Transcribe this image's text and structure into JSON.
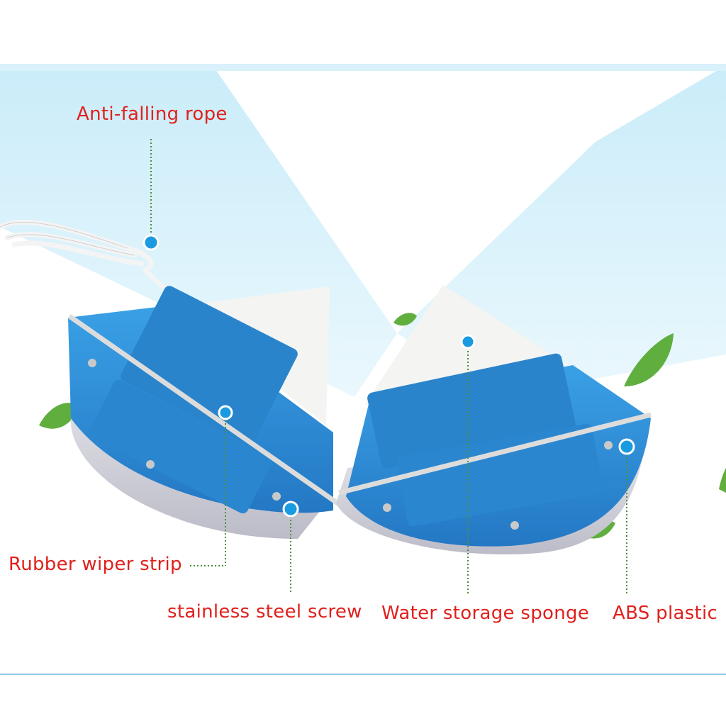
{
  "labels": {
    "rope": "Anti-falling rope",
    "wiper": "Rubber wiper strip",
    "screw": "stainless steel screw",
    "sponge": "Water storage sponge",
    "abs": "ABS plastic"
  },
  "colors": {
    "label_text": "#e0201c",
    "leader_line": "#4e8f3a",
    "marker_dot": "#1a9ae0",
    "device_blue": "#2f8fd8",
    "device_blue_dark": "#1f6fb8",
    "sponge_white": "#f4f4f2",
    "background_band": "#c9ecf8",
    "leaf_green": "#5fae3e"
  }
}
